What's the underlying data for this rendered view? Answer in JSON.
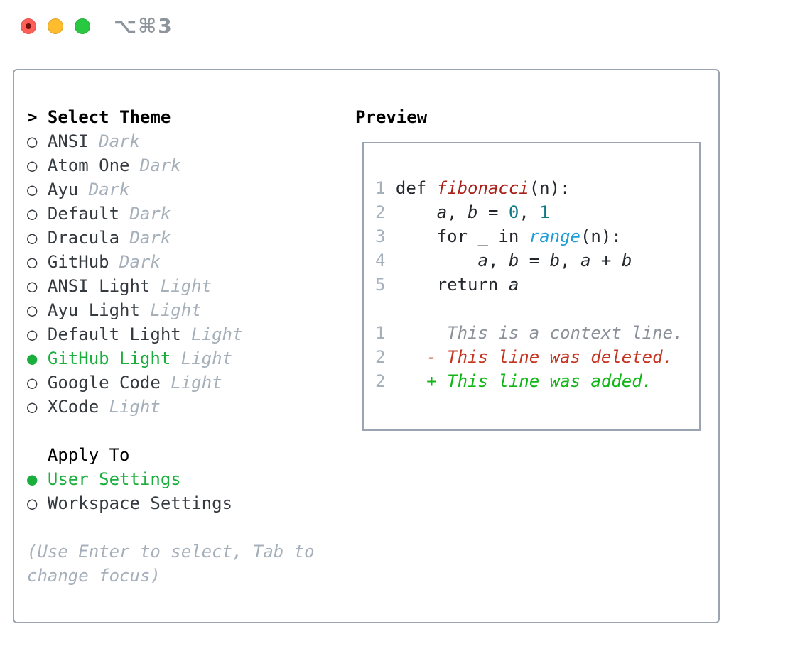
{
  "window": {
    "title": "⌥⌘3",
    "traffic_lights": {
      "close_color": "#ff5f57",
      "minimize_color": "#febc2e",
      "zoom_color": "#28c840"
    }
  },
  "theme_picker": {
    "header": {
      "prompt": ">",
      "label": "Select Theme"
    },
    "themes": [
      {
        "bullet": "○",
        "name": "ANSI",
        "tag": "Dark",
        "selected": false
      },
      {
        "bullet": "○",
        "name": "Atom One",
        "tag": "Dark",
        "selected": false
      },
      {
        "bullet": "○",
        "name": "Ayu",
        "tag": "Dark",
        "selected": false
      },
      {
        "bullet": "○",
        "name": "Default",
        "tag": "Dark",
        "selected": false
      },
      {
        "bullet": "○",
        "name": "Dracula",
        "tag": "Dark",
        "selected": false
      },
      {
        "bullet": "○",
        "name": "GitHub",
        "tag": "Dark",
        "selected": false
      },
      {
        "bullet": "○",
        "name": "ANSI Light",
        "tag": "Light",
        "selected": false
      },
      {
        "bullet": "○",
        "name": "Ayu Light",
        "tag": "Light",
        "selected": false
      },
      {
        "bullet": "○",
        "name": "Default Light",
        "tag": "Light",
        "selected": false
      },
      {
        "bullet": "●",
        "name": "GitHub Light",
        "tag": "Light",
        "selected": true
      },
      {
        "bullet": "○",
        "name": "Google Code",
        "tag": "Light",
        "selected": false
      },
      {
        "bullet": "○",
        "name": "XCode",
        "tag": "Light",
        "selected": false
      }
    ],
    "apply_to": {
      "label": "Apply To",
      "options": [
        {
          "bullet": "●",
          "label": "User Settings",
          "selected": true
        },
        {
          "bullet": "○",
          "label": "Workspace Settings",
          "selected": false
        }
      ]
    },
    "hint": {
      "line1": "(Use Enter to select, Tab to",
      "line2": "change focus)"
    }
  },
  "preview": {
    "label": "Preview",
    "code": [
      {
        "n": "1",
        "segs": [
          {
            "c": "kw",
            "t": "def "
          },
          {
            "c": "func",
            "t": "fibonacci"
          },
          {
            "c": "plain",
            "t": "(n):"
          }
        ]
      },
      {
        "n": "2",
        "segs": [
          {
            "c": "plain",
            "t": "    "
          },
          {
            "c": "var",
            "t": "a"
          },
          {
            "c": "plain",
            "t": ", "
          },
          {
            "c": "var",
            "t": "b"
          },
          {
            "c": "plain",
            "t": " = "
          },
          {
            "c": "num",
            "t": "0"
          },
          {
            "c": "plain",
            "t": ", "
          },
          {
            "c": "num",
            "t": "1"
          }
        ]
      },
      {
        "n": "3",
        "segs": [
          {
            "c": "plain",
            "t": "    for _ in "
          },
          {
            "c": "builtin",
            "t": "range"
          },
          {
            "c": "plain",
            "t": "(n):"
          }
        ]
      },
      {
        "n": "4",
        "segs": [
          {
            "c": "plain",
            "t": "        "
          },
          {
            "c": "var",
            "t": "a"
          },
          {
            "c": "plain",
            "t": ", "
          },
          {
            "c": "var",
            "t": "b"
          },
          {
            "c": "plain",
            "t": " = "
          },
          {
            "c": "var",
            "t": "b"
          },
          {
            "c": "plain",
            "t": ", "
          },
          {
            "c": "var",
            "t": "a"
          },
          {
            "c": "plain",
            "t": " + "
          },
          {
            "c": "var",
            "t": "b"
          }
        ]
      },
      {
        "n": "5",
        "segs": [
          {
            "c": "plain",
            "t": "    return "
          },
          {
            "c": "var",
            "t": "a"
          }
        ]
      }
    ],
    "diff": [
      {
        "n": "1",
        "kind": "context",
        "t": "     This is a context line."
      },
      {
        "n": "2",
        "kind": "deleted",
        "t": "   - This line was deleted."
      },
      {
        "n": "2",
        "kind": "added",
        "t": "   + This line was added."
      }
    ]
  },
  "colors": {
    "panel_border": "#9aa5b1",
    "selected_green": "#1aae3d",
    "diff_added_green": "#10b615",
    "diff_deleted_red": "#c43421",
    "function_red": "#a92018",
    "builtin_blue": "#209ed7",
    "number_teal": "#0c7a85",
    "muted_gray": "#a6b0bb",
    "context_gray": "#8b9198",
    "text_dark": "#343a40"
  }
}
